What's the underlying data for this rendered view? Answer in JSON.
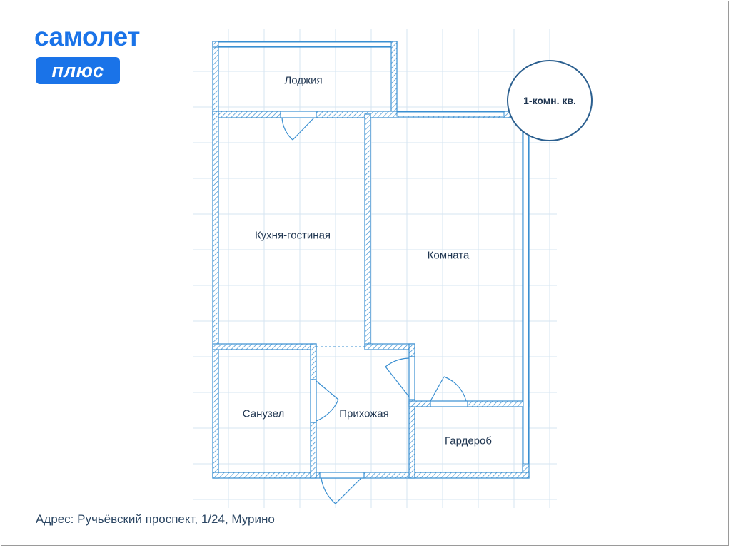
{
  "brand": {
    "wordmark": "самолет",
    "badge": "плюс",
    "color": "#1a73e8"
  },
  "plan": {
    "wall_color": "#3a8fd1",
    "grid_color": "#d6e4f2",
    "rooms": {
      "loggia": "Лоджия",
      "kitchen_living": "Кухня-гостиная",
      "room": "Комната",
      "bathroom": "Санузел",
      "hallway": "Прихожая",
      "wardrobe": "Гардероб"
    }
  },
  "badge": {
    "label": "1-комн. кв."
  },
  "address": "Адрес: Ручьёвский проспект, 1/24, Мурино"
}
